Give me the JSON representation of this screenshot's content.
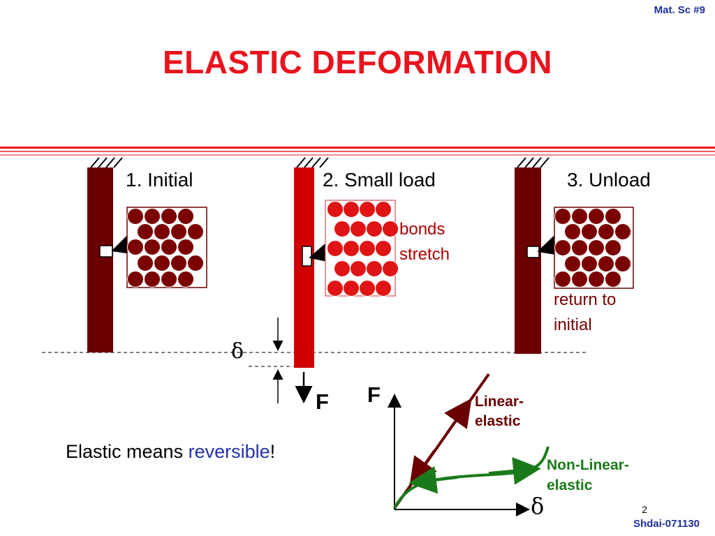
{
  "header": {
    "course_ref": "Mat. Sc #9"
  },
  "title": "ELASTIC DEFORMATION",
  "stages": [
    {
      "label": "1. Initial"
    },
    {
      "label": "2. Small load"
    },
    {
      "label": "3. Unload"
    }
  ],
  "notes": {
    "bonds_line1": "bonds",
    "bonds_line2": "stretch",
    "return_line1": "return to",
    "return_line2": "initial"
  },
  "symbols": {
    "delta": "δ",
    "force": "F",
    "graph_f": "F",
    "graph_delta": "δ"
  },
  "graph": {
    "linear_line1": "Linear-",
    "linear_line2": "elastic",
    "nonlinear_line1": "Non-Linear-",
    "nonlinear_line2": "elastic"
  },
  "caption": {
    "prefix": "Elastic means ",
    "highlight": "reversible",
    "suffix": "!"
  },
  "footer": {
    "page": "2",
    "ref": "Shdai-071130"
  },
  "colors": {
    "title_red": "#e8141e",
    "bar_dark": "#6b0000",
    "bar_loaded": "#d00000",
    "atom_dark": "#7a0000",
    "atom_loaded": "#e01414",
    "curve_green": "#1a7a1a",
    "ref_blue": "#1f2f9f"
  }
}
